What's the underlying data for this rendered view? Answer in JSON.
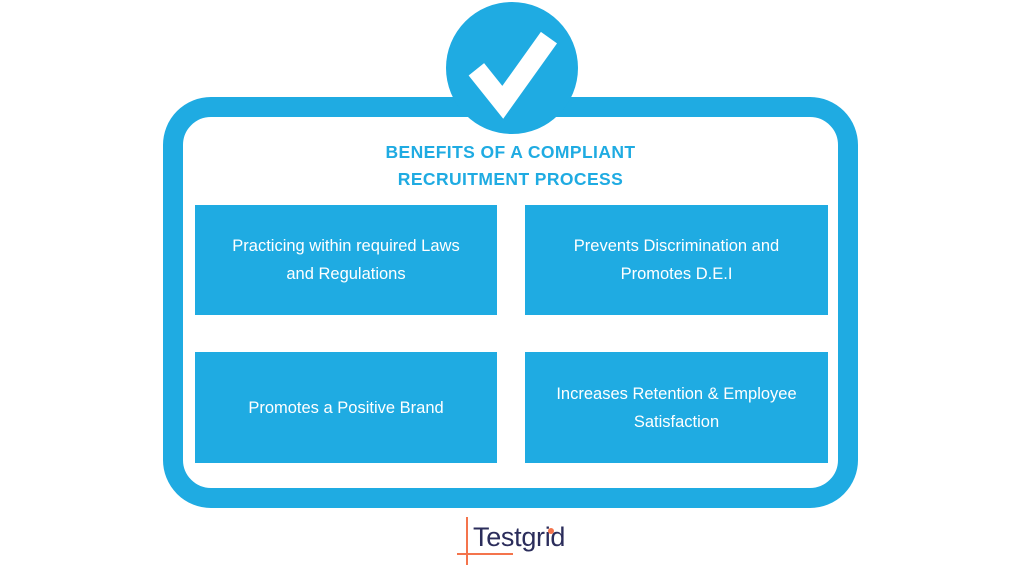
{
  "panel": {
    "title_lines": [
      "BENEFITS OF A COMPLIANT",
      "RECRUITMENT PROCESS"
    ]
  },
  "benefits": [
    "Practicing within required Laws and Regulations",
    "Prevents Discrimination and Promotes D.E.I",
    "Promotes a Positive Brand",
    "Increases Retention & Employee Satisfaction"
  ],
  "footer": {
    "logo_text": "Testgrid"
  },
  "icons": {
    "badge": "checkmark-icon"
  },
  "colors": {
    "accent_cyan": "#1FABE2",
    "card_text": "#FFFFFF",
    "logo_navy": "#2B2D5B",
    "logo_orange": "#F4744C",
    "background": "#FFFFFF"
  }
}
